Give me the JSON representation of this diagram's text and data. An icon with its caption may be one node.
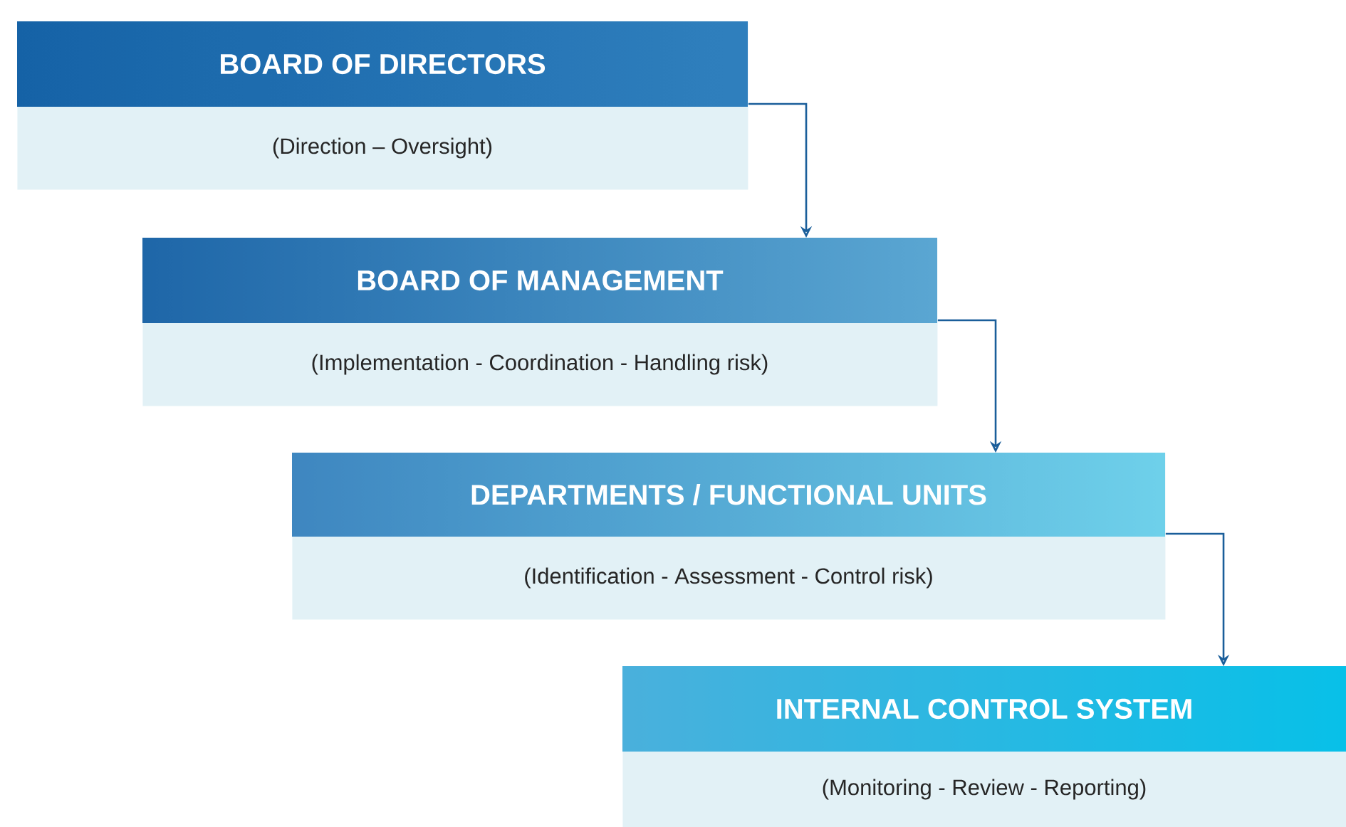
{
  "diagram": {
    "nodes": [
      {
        "text": [
          "BOARD OF DIRECTORS",
          "(Direction – Oversight)"
        ]
      },
      {
        "text": [
          "BOARD OF MANAGEMENT",
          "(Implementation - Coordination - Handling risk)"
        ]
      },
      {
        "text": [
          "DEPARTMENTS / FUNCTIONAL UNITS",
          "(Identification - Assessment - Control risk)"
        ]
      },
      {
        "text": [
          "INTERNAL CONTROL SYSTEM",
          "(Monitoring - Review - Reporting)"
        ]
      }
    ],
    "edges": [
      {
        "from": 0,
        "to": 1,
        "arrow": "to"
      },
      {
        "from": 1,
        "to": 2,
        "arrow": "to"
      },
      {
        "from": 2,
        "to": 3,
        "arrow": "to"
      }
    ]
  }
}
